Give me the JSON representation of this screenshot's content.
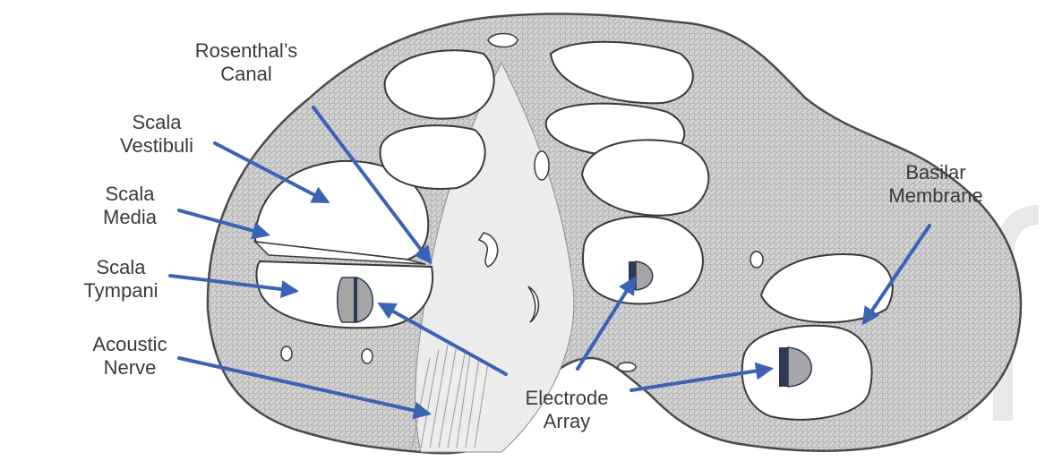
{
  "figure": {
    "labels": {
      "rosenthals_canal": [
        "Rosenthal’s",
        "Canal"
      ],
      "scala_vestibuli": [
        "Scala",
        "Vestibuli"
      ],
      "scala_media": [
        "Scala",
        "Media"
      ],
      "scala_tympani": [
        "Scala",
        "Tympani"
      ],
      "acoustic_nerve": [
        "Acoustic",
        "Nerve"
      ],
      "electrode_array": [
        "Electrode",
        "Array"
      ],
      "basilar_membrane": [
        "Basilar",
        "Membrane"
      ]
    },
    "colors": {
      "arrow": "#3b63b5",
      "bone": "#c9c9c9",
      "bone_stroke": "#4a4a4a",
      "electrode_fill": "#a6a6a6",
      "electrode_bar": "#2e3a55",
      "label_text": "#3a3a3a"
    }
  }
}
